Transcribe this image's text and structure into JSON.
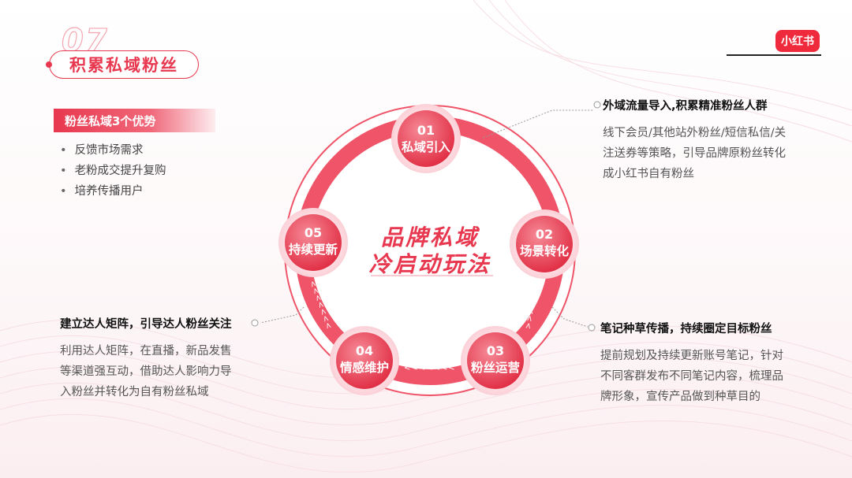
{
  "header": {
    "section_number": "07",
    "title": "积累私域粉丝",
    "logo": "小红书"
  },
  "advantages": {
    "heading": "粉丝私域3个优势",
    "items": [
      "反馈市场需求",
      "老粉成交提升复购",
      "培养传播用户"
    ]
  },
  "cycle": {
    "center_line1": "品牌私域",
    "center_line2": "冷启动玩法",
    "nodes": [
      {
        "num": "01",
        "label": "私域引入"
      },
      {
        "num": "02",
        "label": "场景转化"
      },
      {
        "num": "03",
        "label": "粉丝运营"
      },
      {
        "num": "04",
        "label": "情感维护"
      },
      {
        "num": "05",
        "label": "持续更新"
      }
    ],
    "arrow_glyphs": "<<<<<<<"
  },
  "blocks": {
    "top_right": {
      "title": "外域流量导入,积累精准粉丝人群",
      "lines": [
        "线下会员/其他站外粉丝/短信私信/关",
        "注送券等策略，引导品牌原粉丝转化",
        "成小红书自有粉丝"
      ]
    },
    "bottom_right": {
      "title": "笔记种草传播，持续圈定目标粉丝",
      "lines": [
        "提前规划及持续更新账号笔记，针对",
        "不同客群发布不同笔记内容，梳理品",
        "牌形象，宣传产品做到种草目的"
      ]
    },
    "left": {
      "title": "建立达人矩阵，引导达人粉丝关注",
      "lines": [
        "利用达人矩阵，在直播，新品发售",
        "等渠道强互动，借助达人影响力导",
        "入粉丝并转化为自有粉丝私域"
      ]
    }
  },
  "colors": {
    "accent": "#e8384f",
    "ring": "#ef5468",
    "node_light": "#f47a89",
    "node_dark": "#e0283f"
  }
}
